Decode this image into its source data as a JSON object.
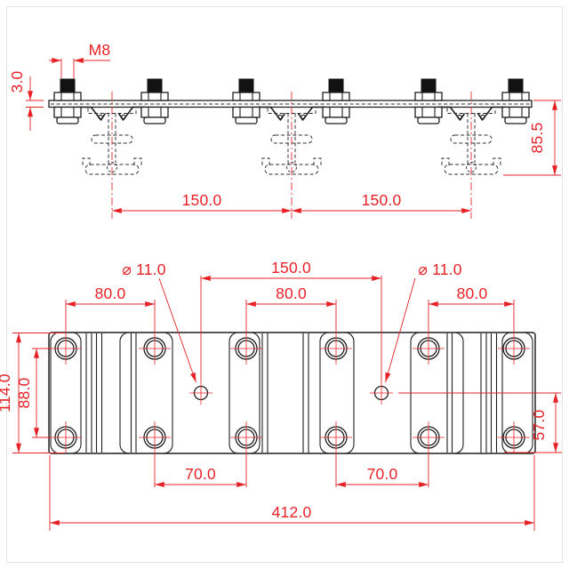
{
  "colors": {
    "dimension": "#e62227",
    "line": "#1f1f1f",
    "background": "#ffffff"
  },
  "side_view": {
    "description": "side elevation of clamp rail bolted to three strut channels",
    "bolt_count": 6,
    "channel_count": 3,
    "labels": {
      "bolt_thread": "M8",
      "plate_thickness": "3.0",
      "overall_height": "85.5",
      "channel_spacing_left": "150.0",
      "channel_spacing_right": "150.0"
    }
  },
  "plan_view": {
    "description": "top view of mounting plate with twelve counterbored holes and two centre holes",
    "hole_count": 12,
    "center_hole_count": 2,
    "labels": {
      "hole_dia_left": "⌀ 11.0",
      "hole_dia_right": "⌀ 11.0",
      "center_hole_spacing": "150.0",
      "hole_pitch_1": "80.0",
      "hole_pitch_2": "80.0",
      "hole_pitch_3": "80.0",
      "plate_width": "114.0",
      "row_spacing": "88.0",
      "hole_pitch_4": "70.0",
      "hole_pitch_5": "70.0",
      "center_hole_offset": "57.0",
      "overall_length": "412.0"
    }
  }
}
